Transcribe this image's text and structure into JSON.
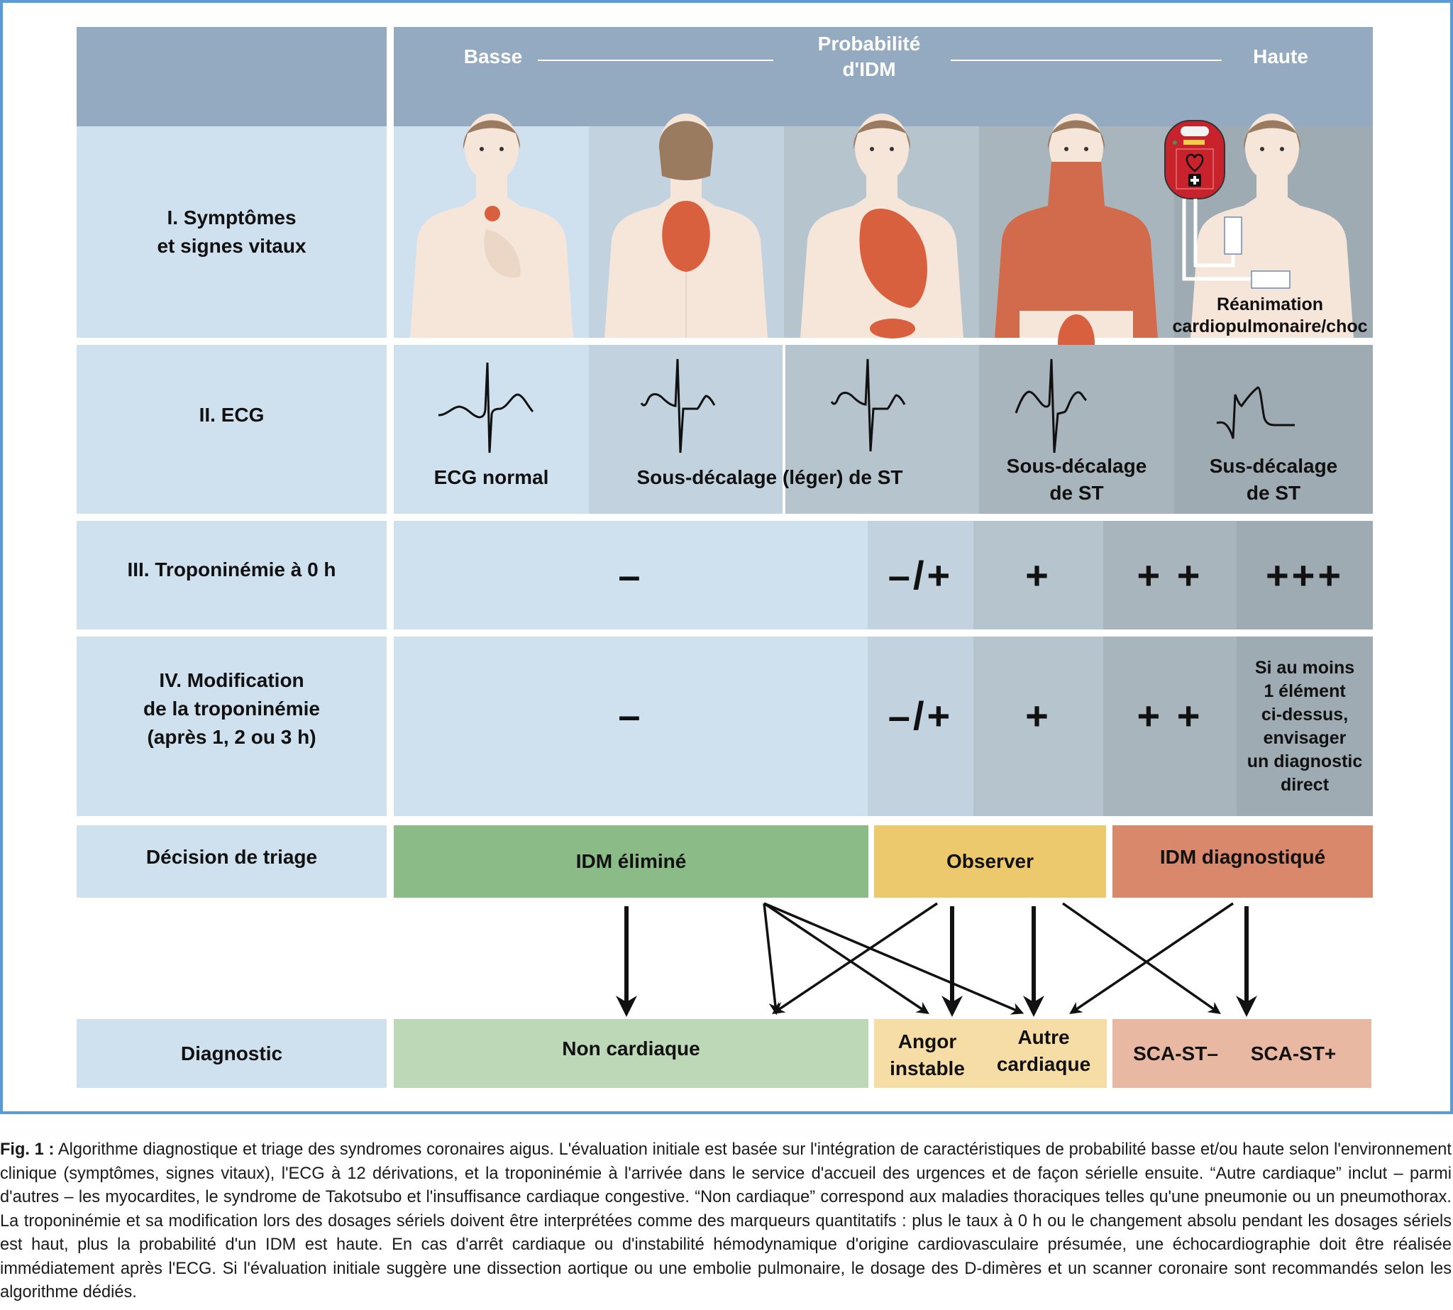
{
  "colors": {
    "frame_border": "#5b9bd5",
    "header_band": "#94aac0",
    "label_bg": "#cfe0ee",
    "shade_1": "#cfe0ee",
    "shade_2": "#c2d3df",
    "shade_3": "#b5c4cd",
    "shade_4": "#a9b5bc",
    "shade_5": "#9eabb2",
    "decision_green": "#8bbb86",
    "decision_yellow": "#edc96d",
    "decision_red": "#d9886c",
    "diag_green": "#bdd8b7",
    "diag_yellow": "#f6dca5",
    "diag_red": "#e8b8a2",
    "pain_red": "#d9603f",
    "skin": "#f6e6da",
    "hair": "#9a7b60"
  },
  "header": {
    "low": "Basse",
    "title": "Probabilité\nd'IDM",
    "high": "Haute"
  },
  "rows": {
    "symptoms": {
      "label": "I. Symptômes\net signes vitaux",
      "figures": [
        {
          "view": "front",
          "pain": "sternal spot"
        },
        {
          "view": "back",
          "pain": "upper back"
        },
        {
          "view": "front",
          "pain": "left chest and epigastric"
        },
        {
          "view": "front",
          "pain": "neck, shoulders, arms, chest, abdomen"
        },
        {
          "view": "front",
          "pain": "none"
        }
      ],
      "defibrillator_icon": "defibrillator-icon",
      "cpr_label": "Réanimation\ncardiopulmonaire/choc"
    },
    "ecg": {
      "label": "II. ECG",
      "items": [
        {
          "caption": "ECG normal",
          "trace": "normal"
        },
        {
          "caption": "Sous-décalage (léger) de ST",
          "trace": "mild-st-depression"
        },
        {
          "caption": "Sous-décalage\nde ST",
          "trace": "st-depression"
        },
        {
          "caption": "Sus-décalage\nde ST",
          "trace": "st-elevation"
        }
      ]
    },
    "troponin_0h": {
      "label": "III. Troponinémie à 0 h",
      "values": [
        "–",
        "–/+",
        "+",
        "+ +",
        "+++"
      ]
    },
    "troponin_change": {
      "label": "IV. Modification\nde la troponinémie\n(après 1, 2 ou 3 h)",
      "values": [
        "–",
        "–/+",
        "+",
        "+ +"
      ],
      "note": "Si au moins\n1 élément\nci-dessus,\nenvisager\nun diagnostic\ndirect"
    },
    "triage": {
      "label": "Décision de triage",
      "decisions": [
        "IDM éliminé",
        "Observer",
        "IDM diagnostiqué"
      ]
    },
    "diagnosis": {
      "label": "Diagnostic",
      "items": [
        "Non cardiaque",
        "Angor\ninstable",
        "Autre\ncardiaque",
        "SCA-ST–",
        "SCA-ST+"
      ]
    }
  },
  "arrows": [
    {
      "from": "IDM éliminé",
      "to": "Non cardiaque"
    },
    {
      "from": "IDM éliminé",
      "to": "Angor instable"
    },
    {
      "from": "IDM éliminé",
      "to": "Autre cardiaque"
    },
    {
      "from": "Observer",
      "to": "Non cardiaque"
    },
    {
      "from": "Observer",
      "to": "Angor instable"
    },
    {
      "from": "Observer",
      "to": "Autre cardiaque"
    },
    {
      "from": "Observer",
      "to": "SCA-ST–"
    },
    {
      "from": "IDM diagnostiqué",
      "to": "Autre cardiaque"
    },
    {
      "from": "IDM diagnostiqué",
      "to": "SCA-ST+"
    }
  ],
  "caption": {
    "label": "Fig. 1 :",
    "text": "Algorithme diagnostique et triage des syndromes coronaires aigus. L'évaluation initiale est basée sur l'intégration de caractéristiques de probabilité basse et/ou haute selon l'environnement clinique (symptômes, signes vitaux), l'ECG à 12 dérivations, et la troponinémie à l'arrivée dans le service d'accueil des urgences et de façon sérielle ensuite. “Autre cardiaque” inclut – parmi d'autres – les myocardites, le syndrome de Takotsubo et l'insuffisance cardiaque congestive. “Non cardiaque” correspond aux maladies thoraciques telles qu'une pneumonie ou un pneumothorax. La troponinémie et sa modification lors des dosages sériels doivent être interprétées comme des marqueurs quantitatifs : plus le taux à 0 h ou le changement absolu pendant les dosages sériels est haut, plus la probabilité d'un IDM est haute. En cas d'arrêt cardiaque ou d'instabilité hémodynamique d'origine cardiovasculaire présumée, une échocardiographie doit être réalisée immédiatement après l'ECG. Si l'évaluation initiale suggère une dissection aortique ou une embolie pulmonaire, le dosage des D-dimères et un scanner coronaire sont recommandés selon les algorithme dédiés."
  }
}
